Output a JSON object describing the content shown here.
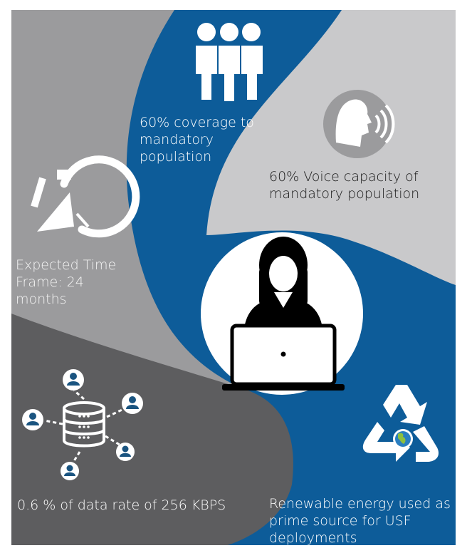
{
  "panels": {
    "coverage": {
      "text": "60% coverage to\nmandatory\npopulation",
      "icon": "people-group-icon"
    },
    "voice": {
      "text": "60% Voice capacity of\nmandatory population",
      "icon": "speaking-head-icon"
    },
    "time": {
      "text": "Expected Time\nFrame: 24\nmonths",
      "icon": "stopwatch-icon"
    },
    "data": {
      "text": "0.6 % of data rate of 256 KBPS",
      "icon": "database-users-icon"
    },
    "renewable": {
      "text": "Renewable energy used as\nprime source for USF\ndeployments",
      "icon": "recycle-globe-icon"
    },
    "center": {
      "icon": "woman-laptop-icon"
    }
  },
  "colors": {
    "blue": "#0d5c99",
    "light_gray": "#c9c9cb",
    "mid_gray": "#9b9b9d",
    "dark_gray": "#5d5d5f",
    "icon_teal": "#1a5480",
    "black": "#000000",
    "white": "#ffffff"
  }
}
